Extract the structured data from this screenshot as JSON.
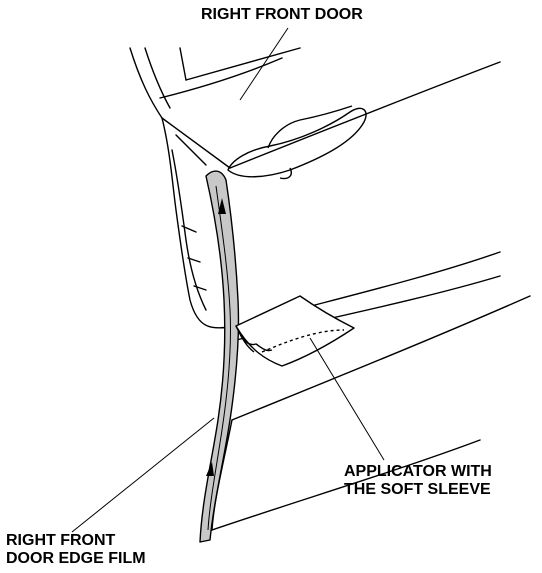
{
  "callouts": {
    "door": {
      "line1": "RIGHT FRONT DOOR"
    },
    "applicator": {
      "line1": "APPLICATOR WITH",
      "line2": "THE SOFT SLEEVE"
    },
    "film": {
      "line1": "RIGHT FRONT",
      "line2": "DOOR EDGE FILM"
    }
  },
  "colors": {
    "outline": "#000000",
    "film_fill": "#c8c8c8",
    "background": "#ffffff"
  }
}
